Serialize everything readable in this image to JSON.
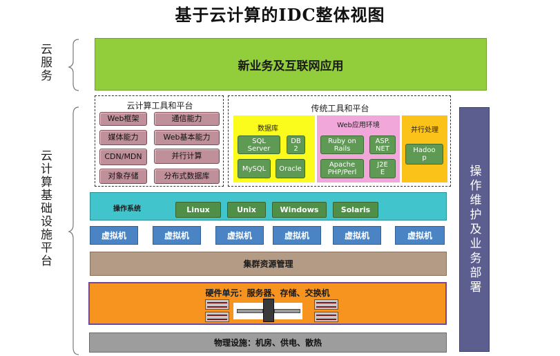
{
  "title": "基于云计算的IDC整体视图",
  "side_labels": {
    "cloud_service": "云服务",
    "infrastructure": "云计算基础设施平台"
  },
  "top_app": "新业务及互联网应用",
  "cloud_tools": {
    "title": "云计算工具和平台",
    "items": [
      "Web框架",
      "通信能力",
      "媒体能力",
      "Web基本能力",
      "CDN/MDN",
      "并行计算",
      "对象存储",
      "分布式数据库"
    ]
  },
  "traditional_tools": {
    "title": "传统工具和平台",
    "database": {
      "label": "数据库",
      "items": [
        "SQL Server",
        "DB2",
        "MySQL",
        "Oracle"
      ]
    },
    "web_env": {
      "label": "Web应用环境",
      "items": [
        "Ruby on Rails",
        "ASP.NET",
        "Apache PHP/Perl",
        "J2EE"
      ]
    },
    "parallel": {
      "label": "并行处理",
      "items": [
        "Hadoop"
      ]
    }
  },
  "os": {
    "label": "操作系统",
    "items": [
      "Linux",
      "Unix",
      "Windows",
      "Solaris"
    ]
  },
  "vms": [
    "虚拟机",
    "虚拟机",
    "虚拟机",
    "虚拟机",
    "虚拟机",
    "虚拟机"
  ],
  "cluster": "集群资源管理",
  "hardware": "硬件单元：服务器、存储、交换机",
  "physical": "物理设施：机房、供电、散热",
  "ops": "操作维护及业务部署",
  "colors": {
    "app_green": "#92cd3b",
    "tool_pink": "#c0909a",
    "db_yellow": "#fbfb1c",
    "web_pink": "#f2a7db",
    "parallel_orange": "#fbc21a",
    "os_teal": "#42c4cc",
    "vm_blue": "#4a84c5",
    "cluster_tan": "#b49b85",
    "hardware_orange": "#f7931f",
    "physical_gray": "#9d9d9d",
    "ops_purple": "#5c5e90"
  }
}
